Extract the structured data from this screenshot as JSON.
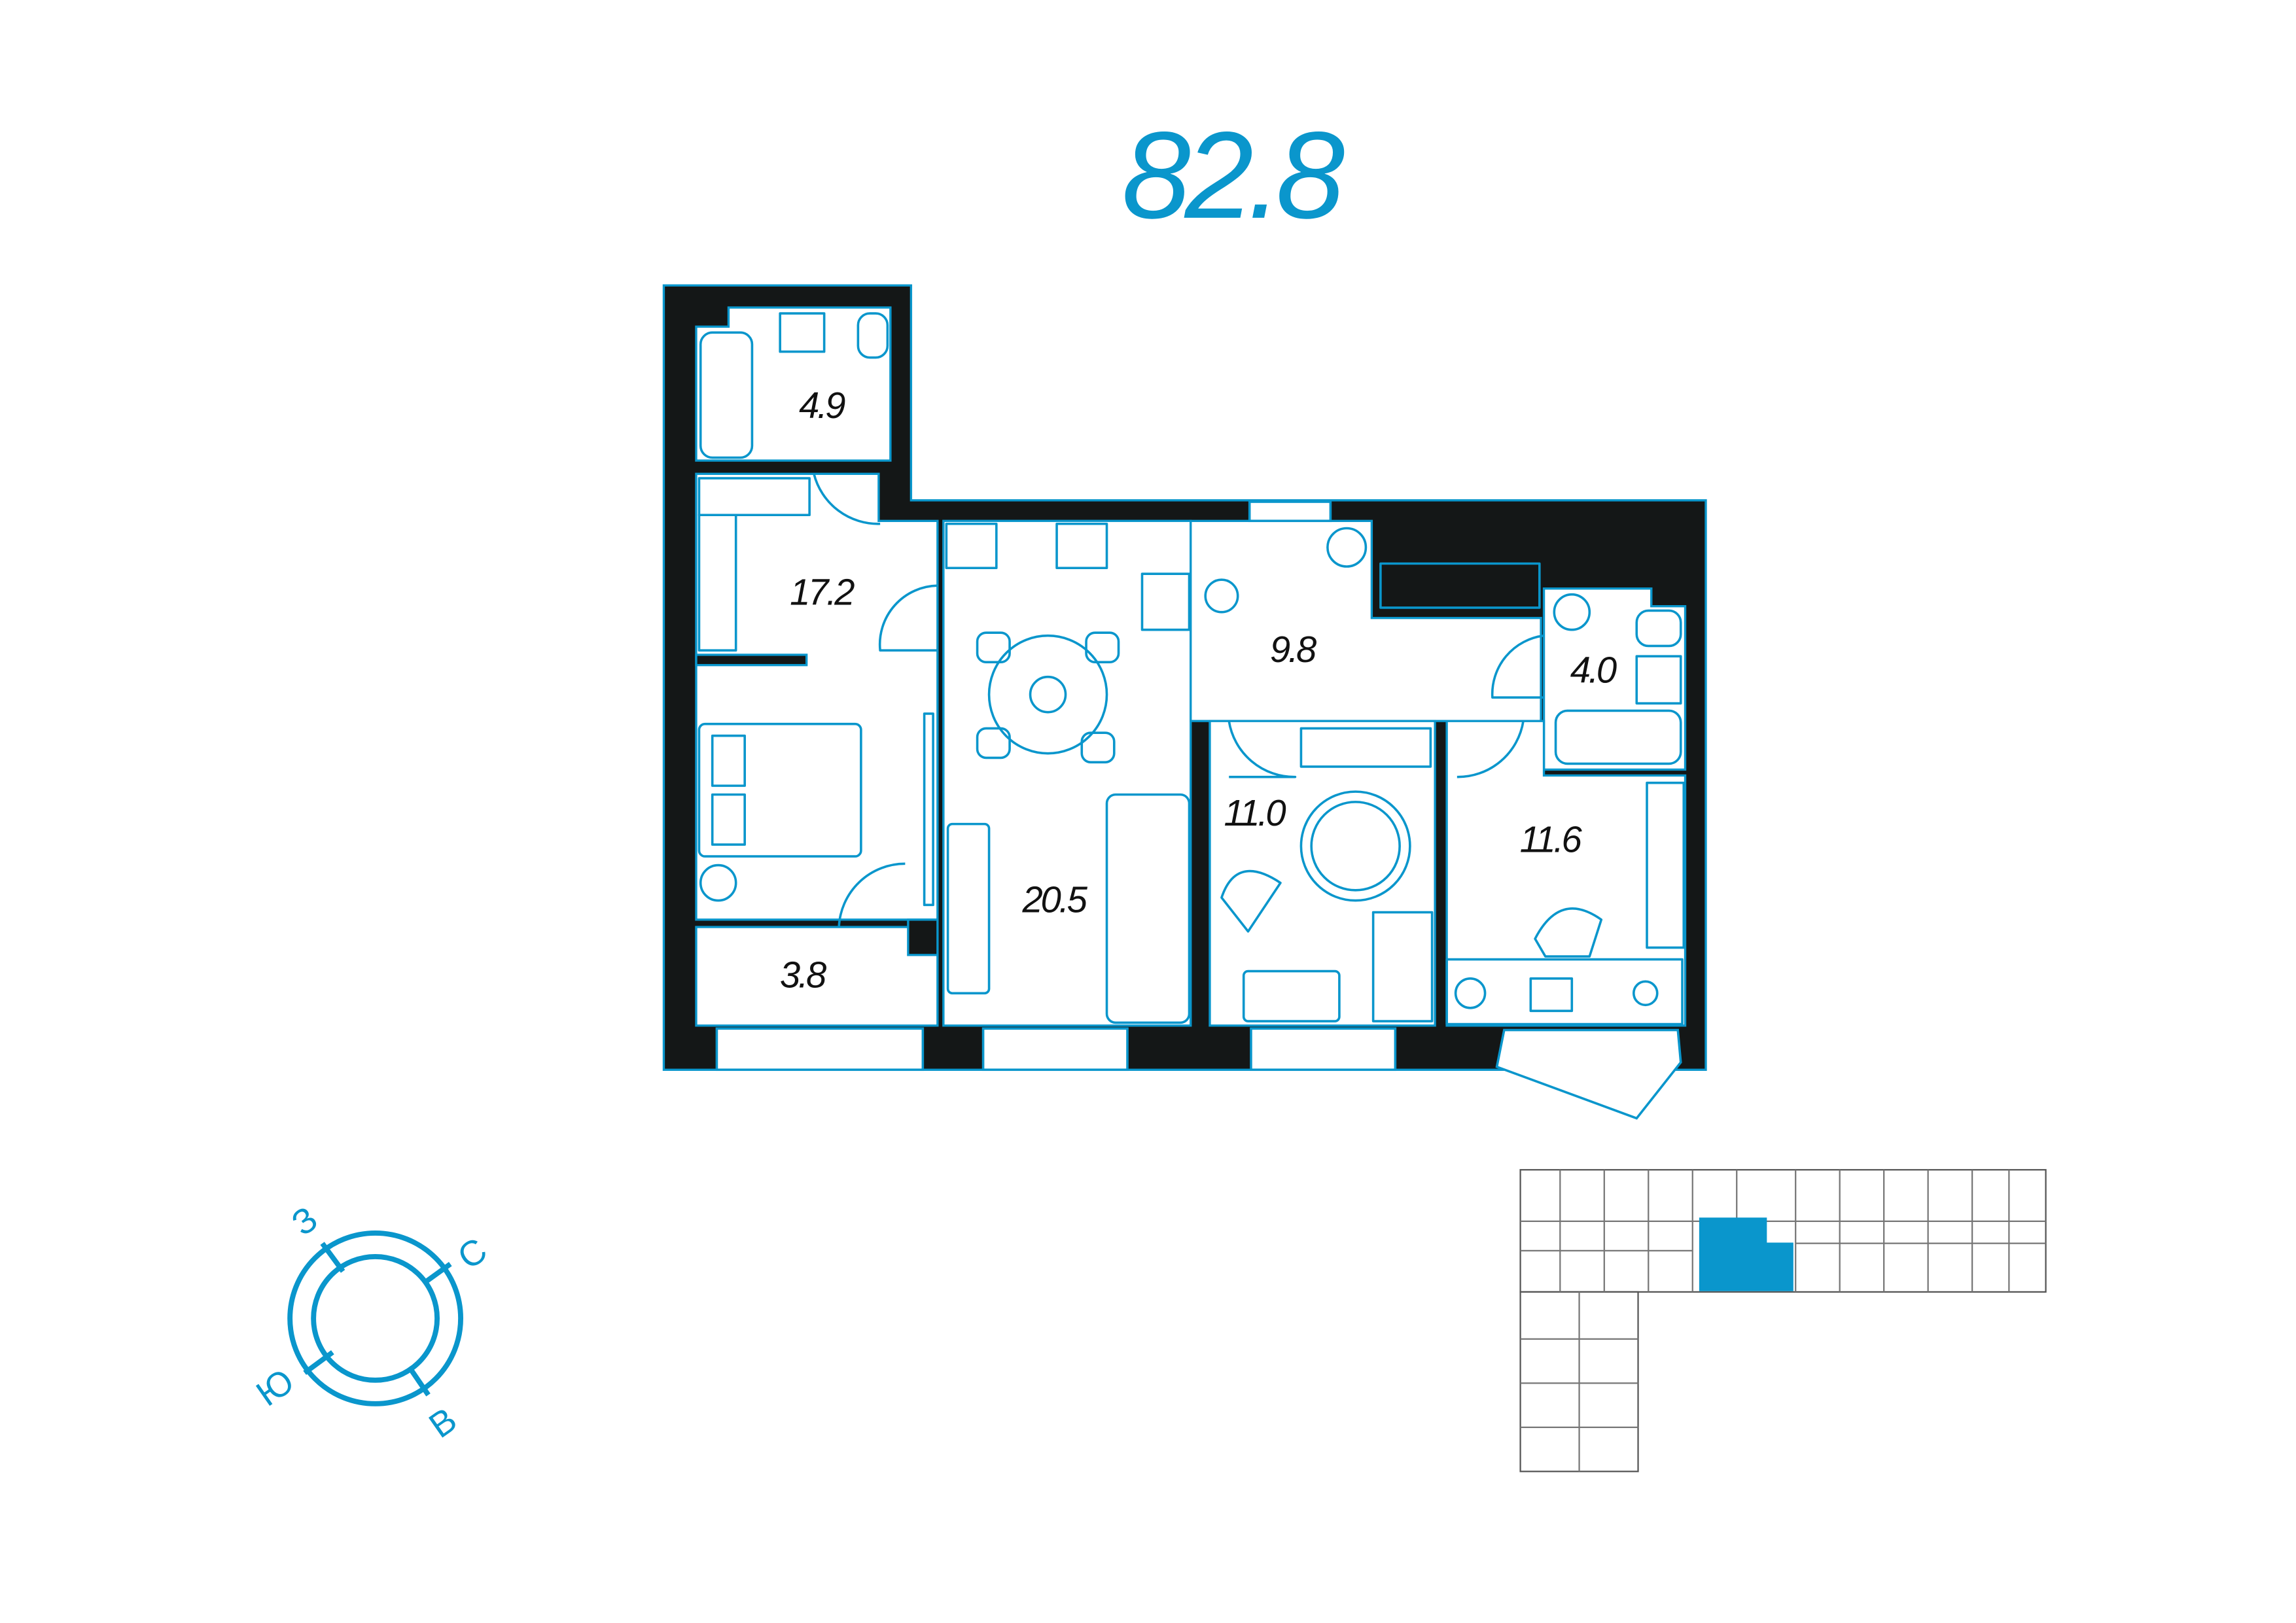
{
  "title": "82.8",
  "rooms": [
    {
      "id": "bathroom-1",
      "area": "4.9"
    },
    {
      "id": "bedroom-1",
      "area": "17.2"
    },
    {
      "id": "storage",
      "area": "3.8"
    },
    {
      "id": "kitchen-living",
      "area": "20.5"
    },
    {
      "id": "hallway",
      "area": "9.8"
    },
    {
      "id": "bathroom-2",
      "area": "4.0"
    },
    {
      "id": "bedroom-2",
      "area": "11.0"
    },
    {
      "id": "bedroom-3",
      "area": "11.6"
    }
  ],
  "compass": {
    "north": "С",
    "south": "Ю",
    "east": "В",
    "west": "З"
  },
  "colors": {
    "accent": "#0a96cc",
    "wall": "#141717",
    "highlight": "#0a96cc"
  }
}
